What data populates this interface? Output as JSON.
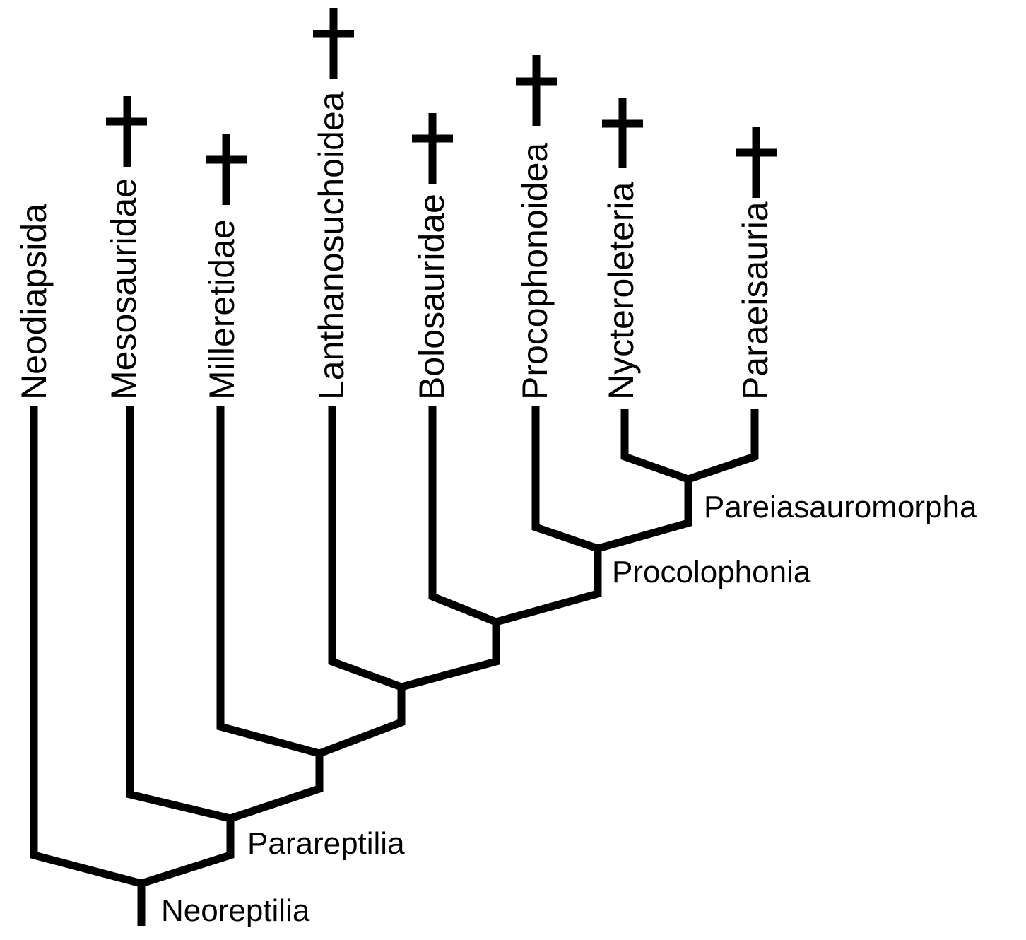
{
  "taxa": [
    {
      "name": "Neodiapsida",
      "extinct": false
    },
    {
      "name": "Mesosauridae",
      "extinct": true
    },
    {
      "name": "Milleretidae",
      "extinct": true
    },
    {
      "name": "Lanthanosuchoidea",
      "extinct": true
    },
    {
      "name": "Bolosauridae",
      "extinct": true
    },
    {
      "name": "Procophonoidea",
      "extinct": true
    },
    {
      "name": "Nycteroleteria",
      "extinct": true
    },
    {
      "name": "Paraeisauria",
      "extinct": true
    }
  ],
  "clades": {
    "neoreptilia": "Neoreptilia",
    "parareptilia": "Parareptilia",
    "procolophonia": "Procolophonia",
    "pareiasauromorpha": "Pareiasauromorpha"
  },
  "style": {
    "line_color": "#000000",
    "background": "#ffffff"
  }
}
